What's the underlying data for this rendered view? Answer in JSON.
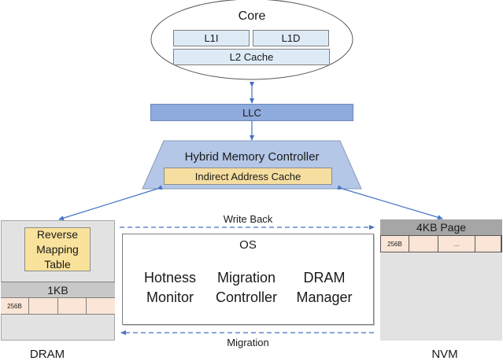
{
  "diagram": {
    "core": {
      "title": "Core",
      "l1i": "L1I",
      "l1d": "L1D",
      "l2": "L2 Cache"
    },
    "llc": {
      "label": "LLC"
    },
    "controller": {
      "title": "Hybrid Memory Controller",
      "cache": "Indirect Address Cache"
    },
    "dram": {
      "label": "DRAM",
      "table_line1": "Reverse",
      "table_line2": "Mapping",
      "table_line3": "Table",
      "block": "1KB",
      "cells": [
        "256B",
        "",
        "",
        ""
      ]
    },
    "nvm": {
      "label": "NVM",
      "page": "4KB Page",
      "cells": [
        "256B",
        "",
        "...",
        ""
      ]
    },
    "os": {
      "title": "OS",
      "modules": [
        {
          "line1": "Hotness",
          "line2": "Monitor"
        },
        {
          "line1": "Migration",
          "line2": "Controller"
        },
        {
          "line1": "DRAM",
          "line2": "Manager"
        }
      ]
    },
    "flows": {
      "write_back": "Write Back",
      "migration": "Migration"
    },
    "colors": {
      "l1": "#deebf7",
      "llc": "#8faadc",
      "controller": "#b4c7e7",
      "indirect_cache": "#f6dea1",
      "os_module": "#c5e0b4",
      "arrow": "#4472c4",
      "cell": "#fbe5d6"
    }
  }
}
